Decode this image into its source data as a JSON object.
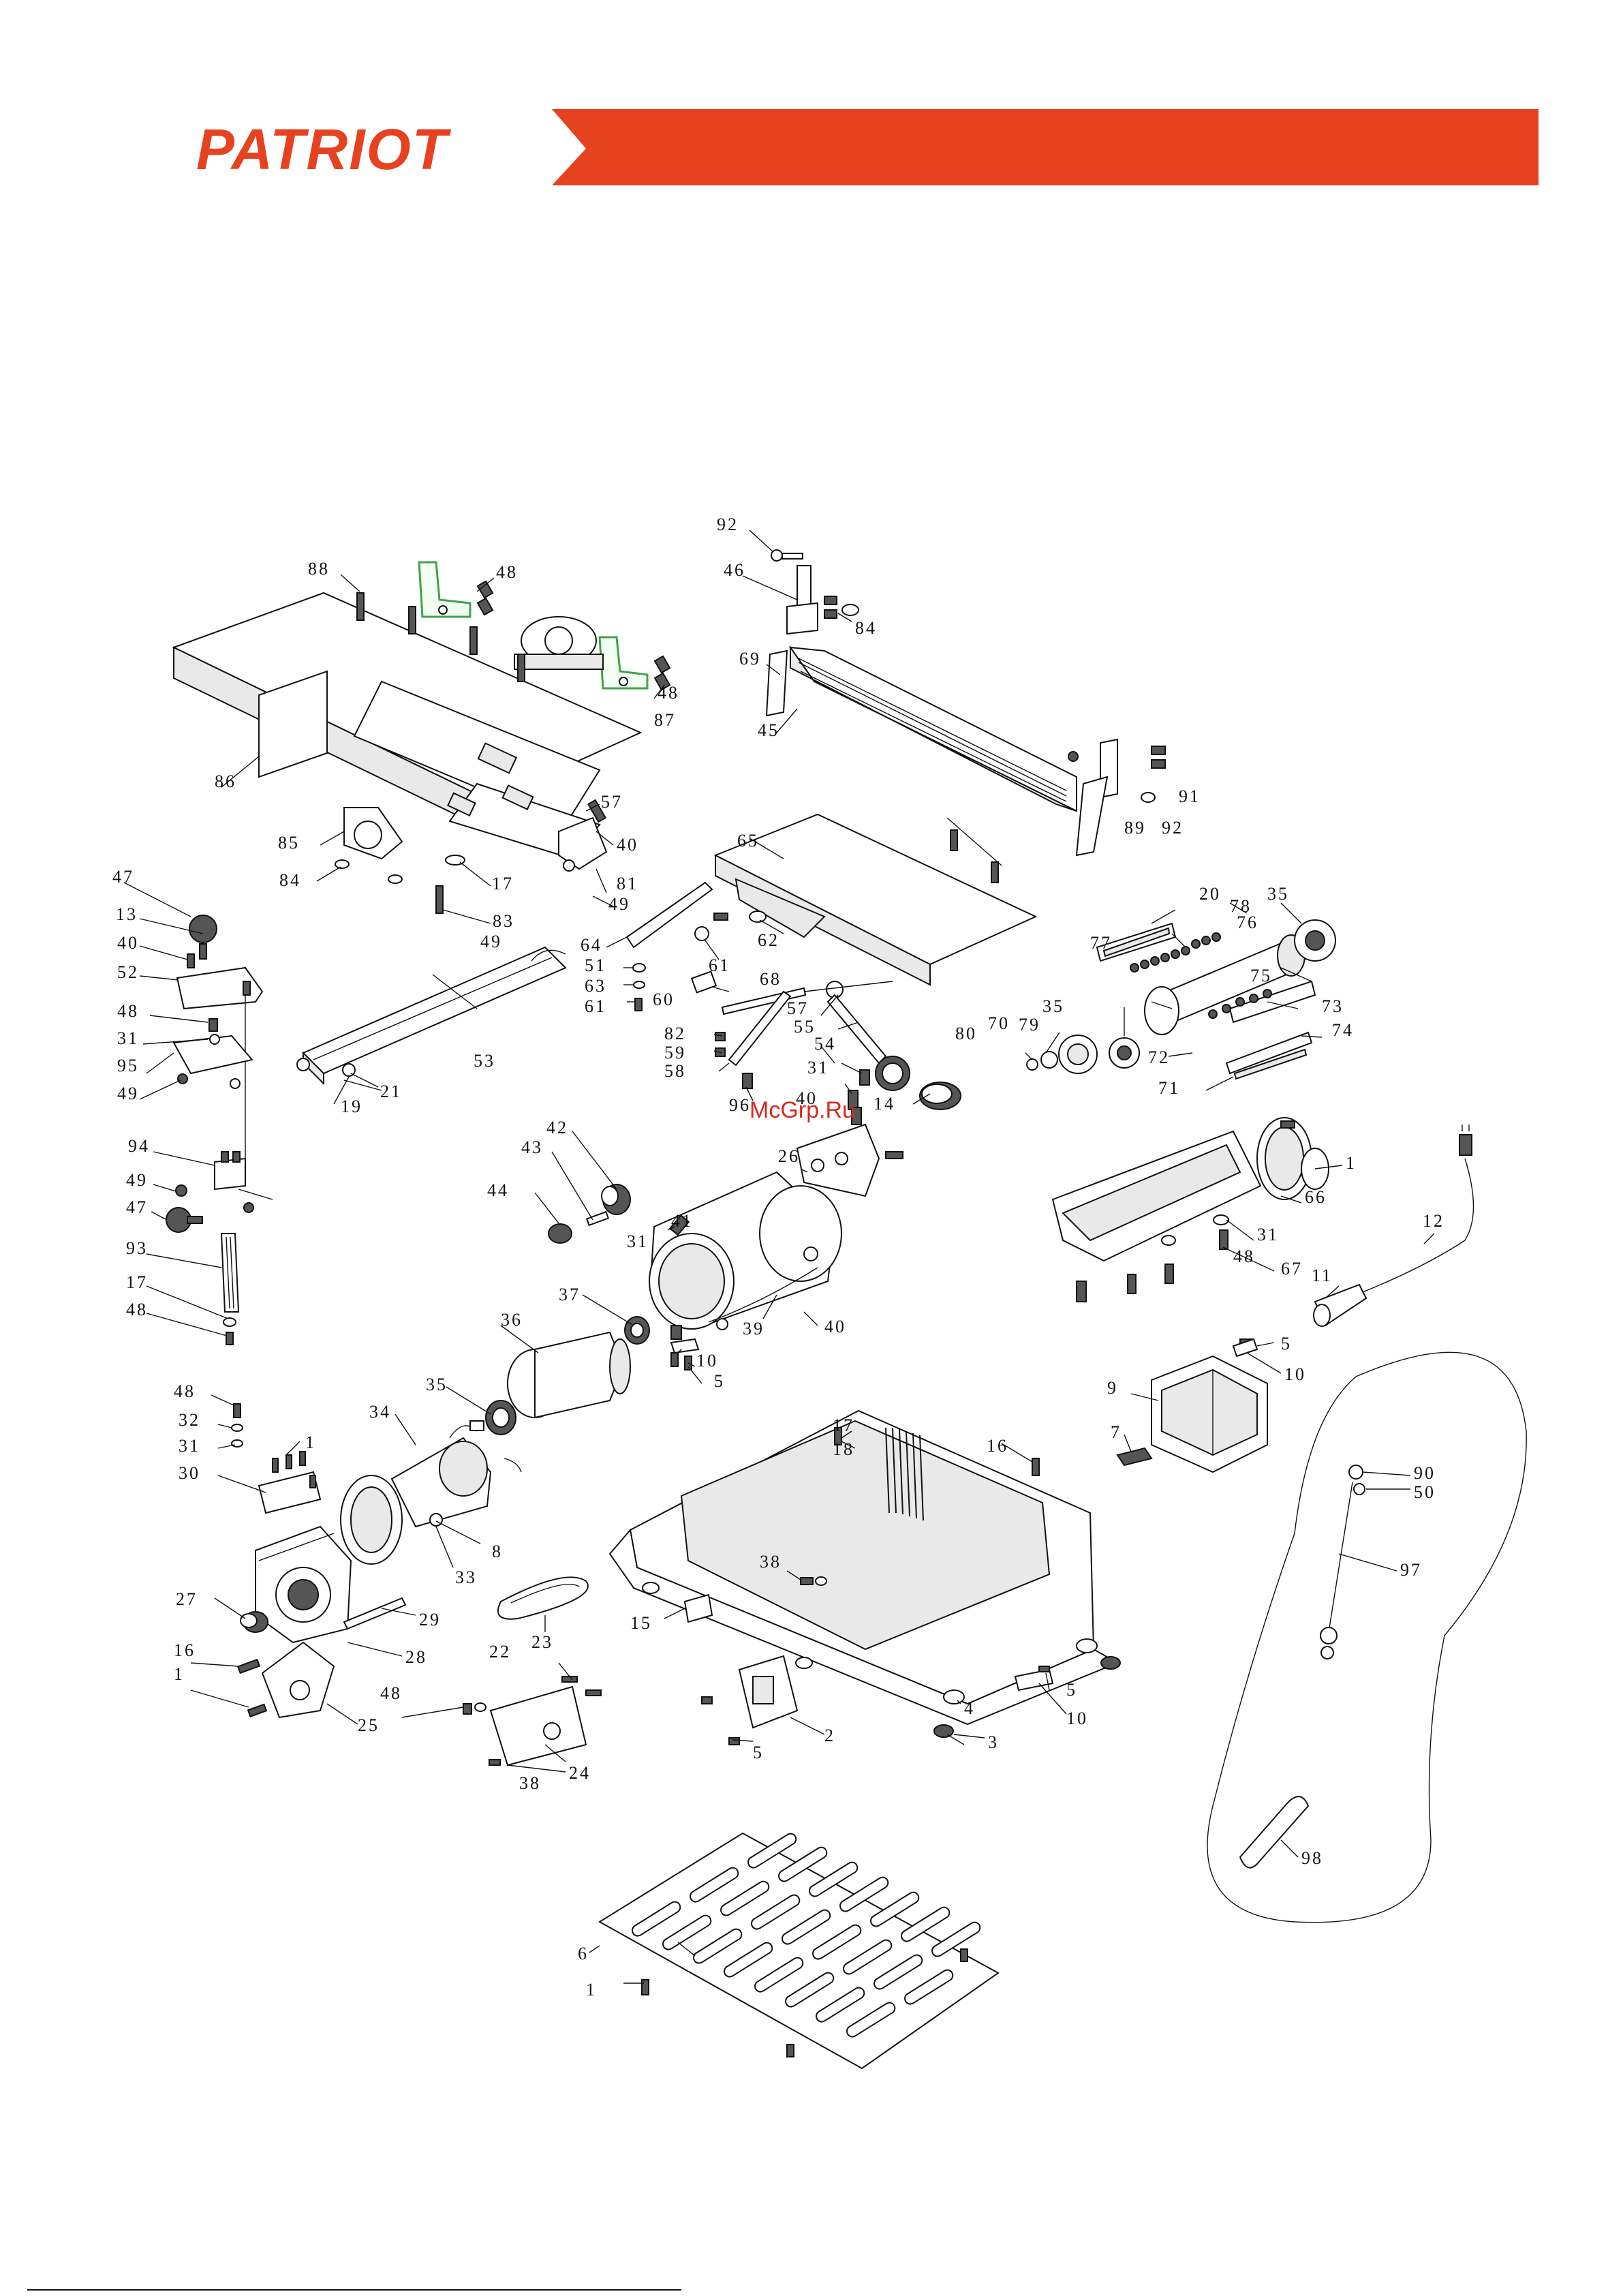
{
  "brand": {
    "name": "PATRIOT",
    "accent": "#e6421f"
  },
  "watermark": "McGrp.Ru",
  "labels": {
    "n1": "1",
    "n2": "2",
    "n3": "3",
    "n4": "4",
    "n5": "5",
    "n6": "6",
    "n7": "7",
    "n8": "8",
    "n9": "9",
    "n10": "10",
    "n11": "11",
    "n12": "12",
    "n13": "13",
    "n14": "14",
    "n15": "15",
    "n16": "16",
    "n17": "17",
    "n18": "18",
    "n19": "19",
    "n20": "20",
    "n21": "21",
    "n22": "22",
    "n23": "23",
    "n24": "24",
    "n25": "25",
    "n26": "26",
    "n27": "27",
    "n28": "28",
    "n29": "29",
    "n30": "30",
    "n31": "31",
    "n32": "32",
    "n33": "33",
    "n34": "34",
    "n35": "35",
    "n36": "36",
    "n37": "37",
    "n38": "38",
    "n39": "39",
    "n40": "40",
    "n41": "41",
    "n42": "42",
    "n43": "43",
    "n44": "44",
    "n45": "45",
    "n46": "46",
    "n47": "47",
    "n48": "48",
    "n49": "49",
    "n50": "50",
    "n51": "51",
    "n52": "52",
    "n53": "53",
    "n54": "54",
    "n55": "55",
    "n57": "57",
    "n58": "58",
    "n59": "59",
    "n60": "60",
    "n61": "61",
    "n62": "62",
    "n63": "63",
    "n64": "64",
    "n65": "65",
    "n66": "66",
    "n67": "67",
    "n68": "68",
    "n69": "69",
    "n70": "70",
    "n71": "71",
    "n72": "72",
    "n73": "73",
    "n74": "74",
    "n75": "75",
    "n76": "76",
    "n77": "77",
    "n78": "78",
    "n79": "79",
    "n80": "80",
    "n81": "81",
    "n82": "82",
    "n83": "83",
    "n84": "84",
    "n85": "85",
    "n86": "86",
    "n87": "87",
    "n88": "88",
    "n89": "89",
    "n90": "90",
    "n91": "91",
    "n92": "92",
    "n93": "93",
    "n94": "94",
    "n95": "95",
    "n96": "96",
    "n97": "97",
    "n98": "98"
  }
}
